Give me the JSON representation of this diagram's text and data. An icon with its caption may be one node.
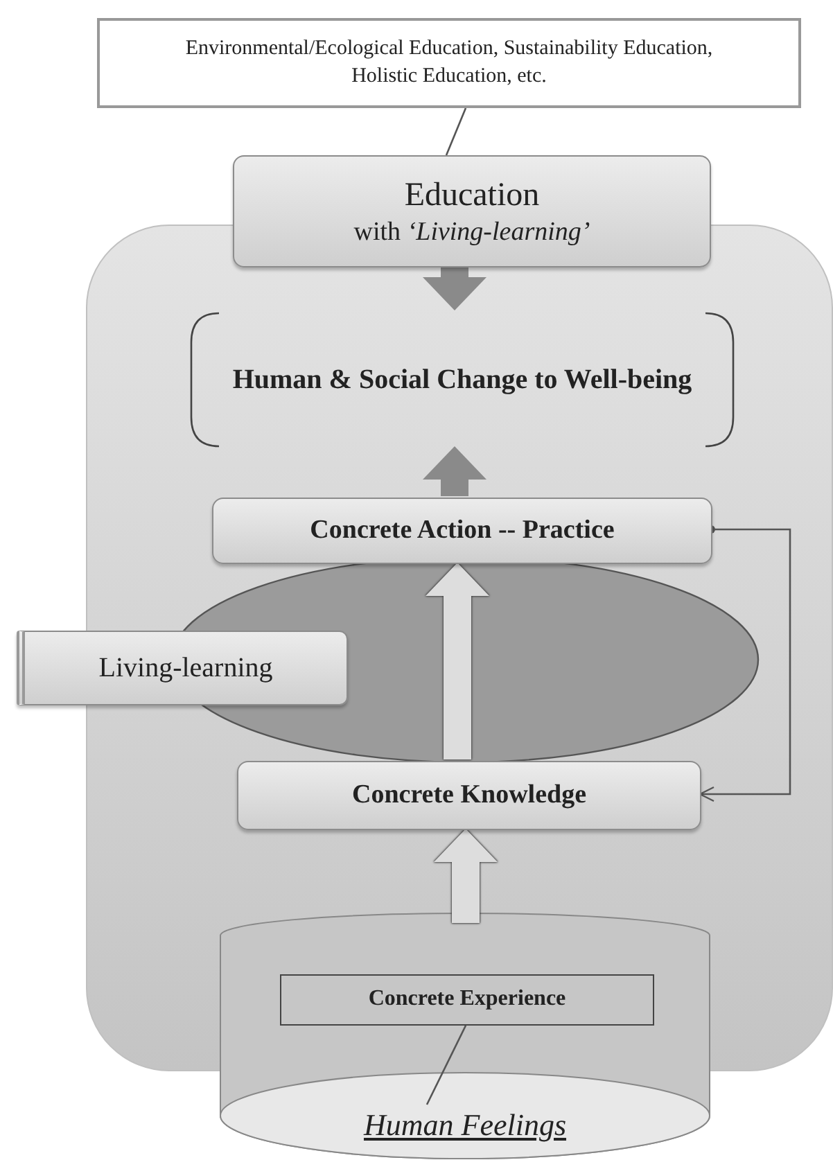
{
  "diagram": {
    "nodes": [
      {
        "text": [
          "Environmental/Ecological Education, Sustainability Education, Holistic Education, etc."
        ]
      },
      {
        "text": [
          "Education",
          "with *‘Living-learning’*"
        ]
      },
      {
        "text": [],
        "shape": "box"
      },
      {
        "text": [
          "Human & Social Change to Well-being"
        ],
        "in": 2
      },
      {
        "text": [
          "Concrete Action -- Practice"
        ],
        "in": 2
      },
      {
        "text": [
          "Living-learning"
        ]
      },
      {
        "text": [
          "Concrete Knowledge"
        ],
        "in": 2
      },
      {
        "text": [
          "Human Feelings"
        ]
      },
      {
        "text": [
          "Concrete Experience"
        ]
      }
    ],
    "edges": [
      {
        "from": 0,
        "to": 1,
        "arrow": "none"
      },
      {
        "from": 1,
        "to": 3,
        "arrow": "to",
        "color": "#8a8a8a"
      },
      {
        "from": 4,
        "to": 3,
        "arrow": "to",
        "color": "#8a8a8a"
      },
      {
        "from": 6,
        "to": 4,
        "arrow": "to",
        "color": "#dddddd"
      },
      {
        "from": 4,
        "to": 6,
        "arrow": "to"
      },
      {
        "from": 7,
        "to": 6,
        "arrow": "to",
        "color": "#dddddd"
      },
      {
        "from": 7,
        "to": 8,
        "arrow": "none"
      }
    ]
  }
}
